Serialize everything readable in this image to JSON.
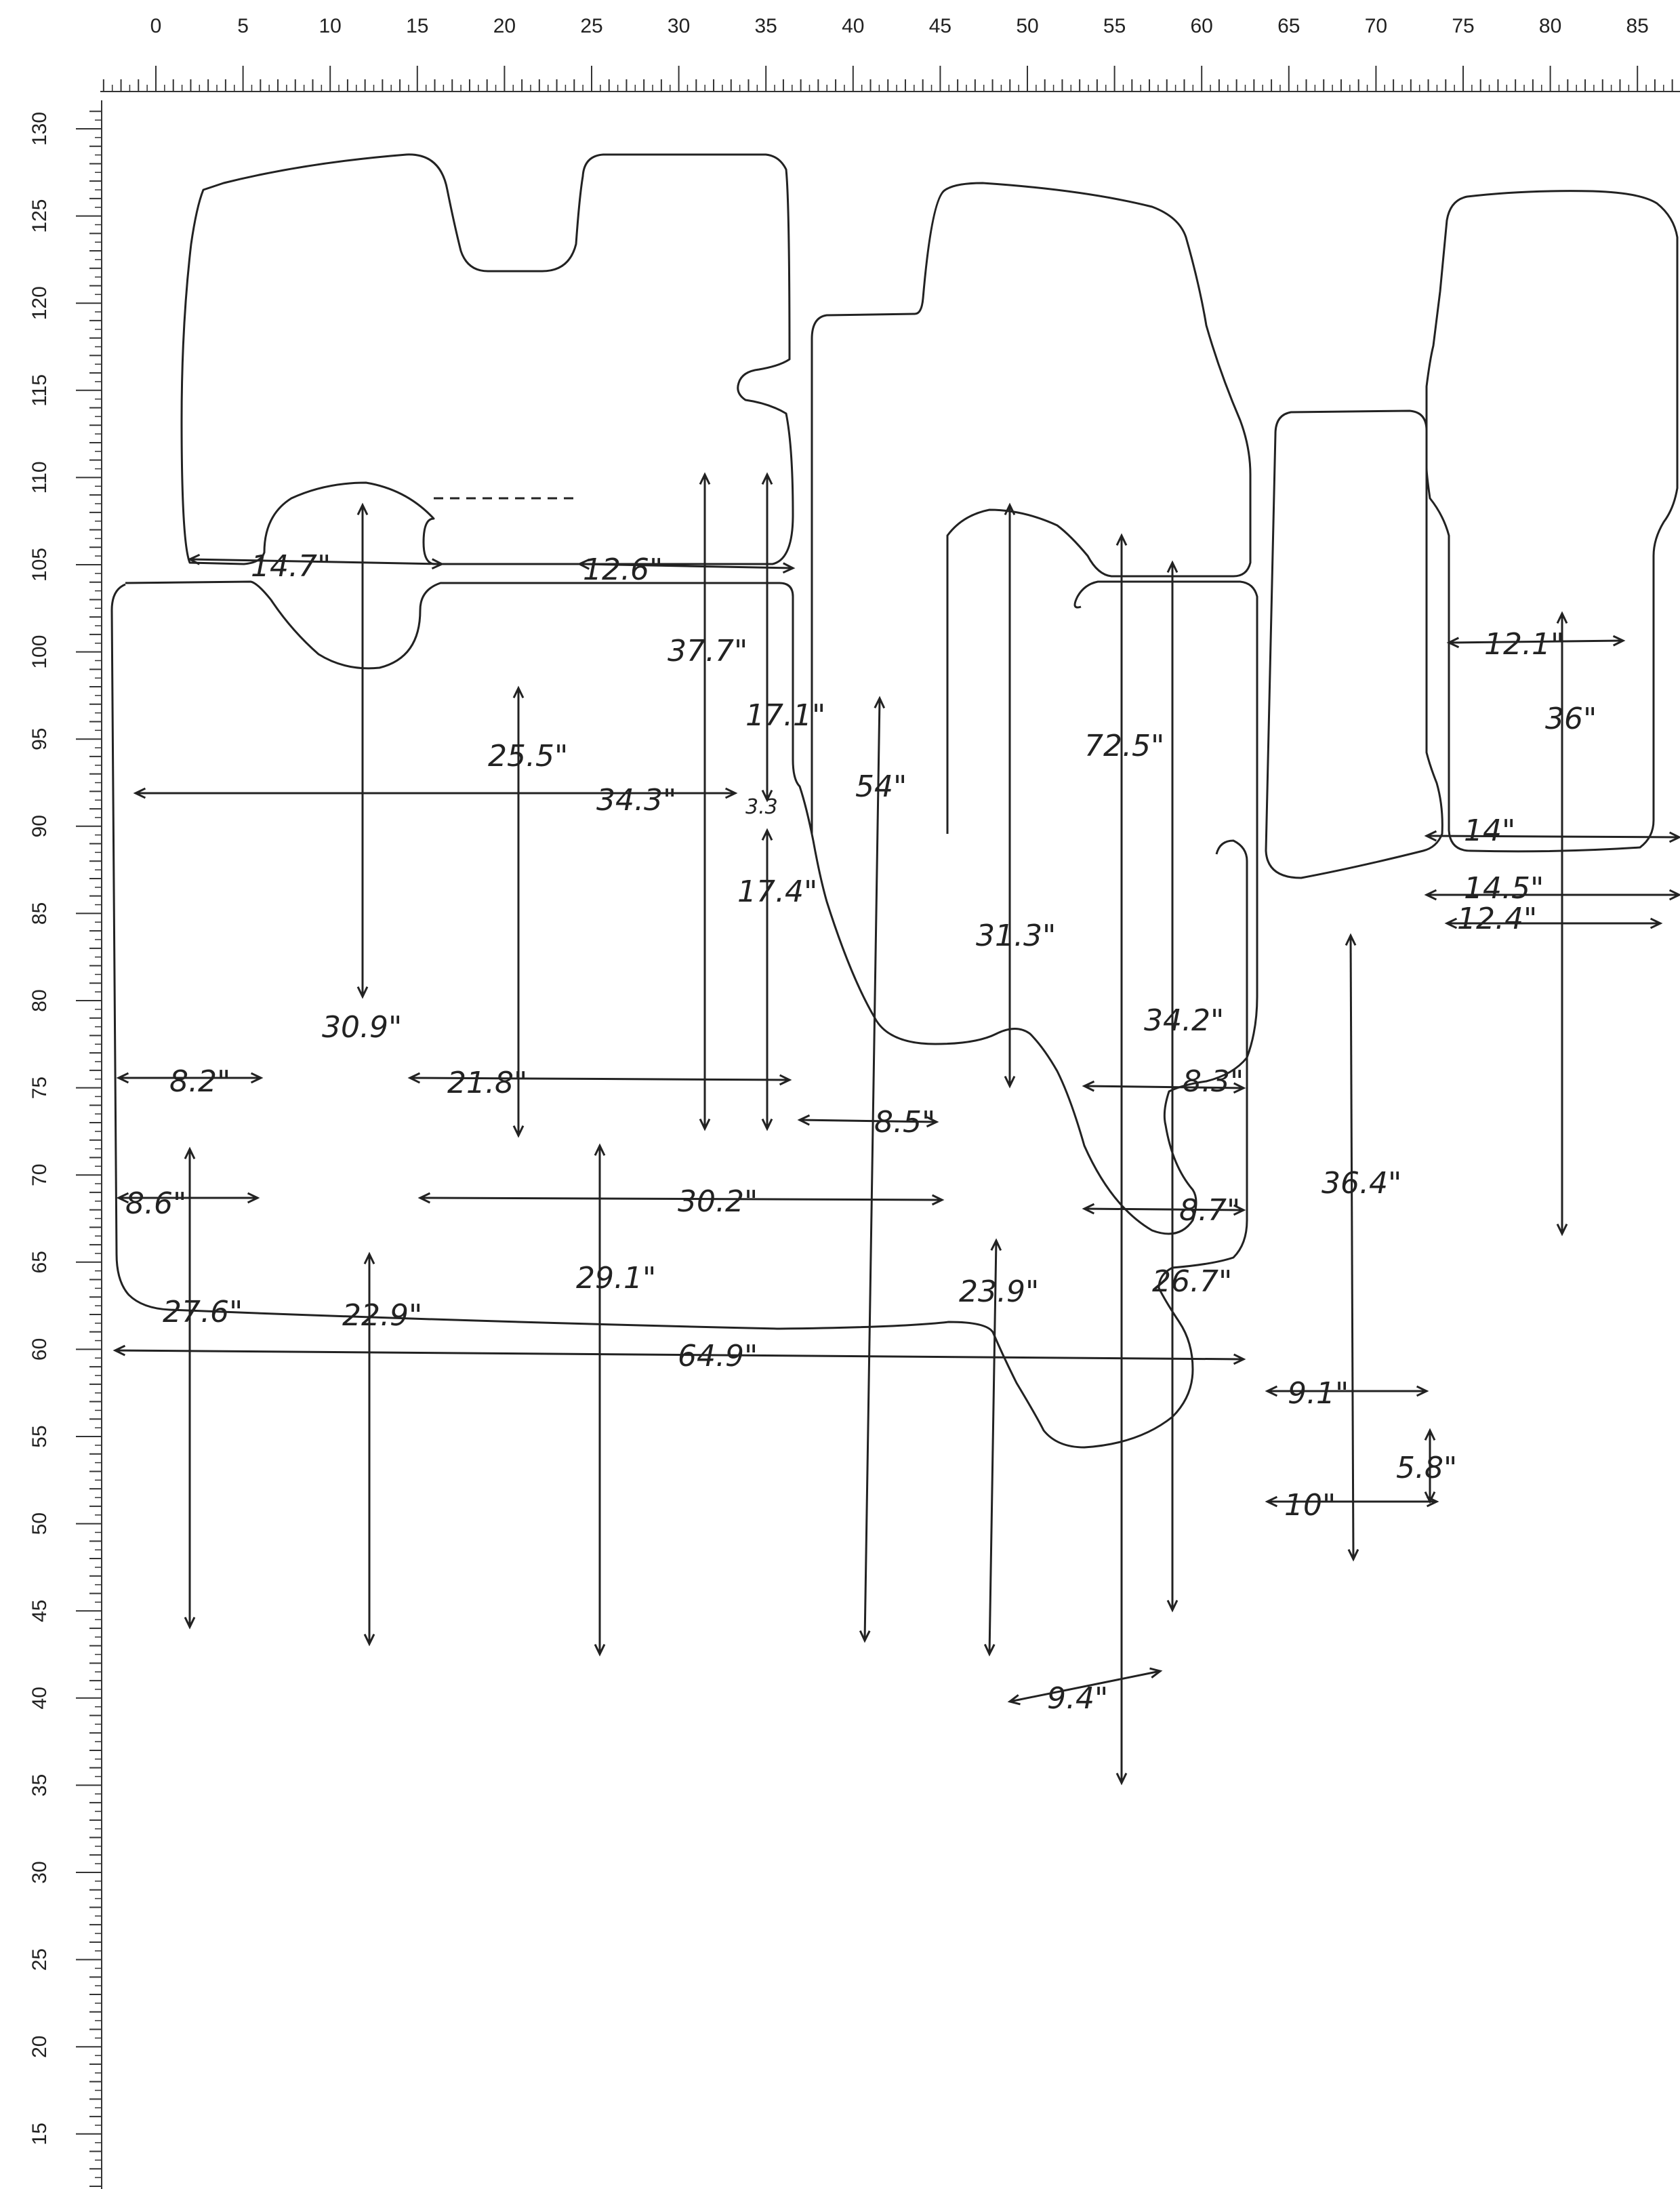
{
  "ruler": {
    "top_labels": [
      "0",
      "5",
      "10",
      "15",
      "20",
      "25",
      "30",
      "35",
      "40",
      "45",
      "50",
      "55",
      "60",
      "65",
      "70",
      "75",
      "80",
      "85"
    ],
    "left_labels": [
      "130",
      "125",
      "120",
      "115",
      "110",
      "105",
      "100",
      "95",
      "90",
      "85",
      "80",
      "75",
      "70",
      "65",
      "60",
      "55",
      "50",
      "45",
      "40",
      "35",
      "30",
      "25",
      "20",
      "15"
    ]
  },
  "template": {
    "main_pieces": [
      "14.7\"",
      "12.6\"",
      "37.7\"",
      "25.5\"",
      "34.3\"",
      "17.1\"",
      "3.3",
      "17.4\"",
      "30.9\"",
      "8.2\"",
      "21.8\"",
      "8.6\"",
      "30.2\"",
      "27.6\"",
      "22.9\"",
      "29.1\"",
      "64.9\"",
      "8.5\"",
      "54\"",
      "72.5\"",
      "31.3\"",
      "34.2\"",
      "8.3\"",
      "8.7\"",
      "23.9\"",
      "26.7\"",
      "9.4\""
    ],
    "middle_strip": [
      "36.4\"",
      "9.1\"",
      "10\"",
      "5.8\""
    ],
    "right_piece": [
      "12.1\"",
      "36\"",
      "14\"",
      "14.5\"",
      "12.4\""
    ]
  }
}
